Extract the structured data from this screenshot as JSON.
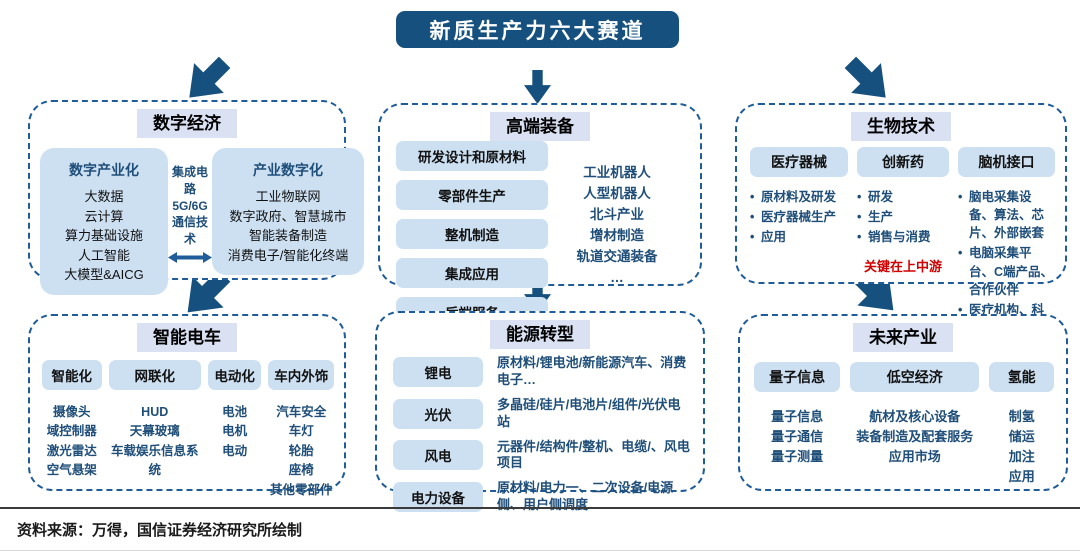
{
  "title": "新质生产力六大赛道",
  "colors": {
    "navy": "#15507F",
    "dash_border": "#1F5C99",
    "pill_bg": "#CDE0F2",
    "header_bg": "#D9E1F2",
    "blue_text": "#1F4E79",
    "red_text": "#D00000"
  },
  "sections": {
    "digital_economy": {
      "title": "数字经济",
      "left": {
        "title": "数字产业化",
        "items": [
          "大数据",
          "云计算",
          "算力基础设施",
          "人工智能",
          "大模型&AICG"
        ]
      },
      "connector": {
        "line1": "集成电路",
        "line2": "5G/6G通信技术"
      },
      "right": {
        "title": "产业数字化",
        "items": [
          "工业物联网",
          "数字政府、智慧城市",
          "智能装备制造",
          "消费电子/智能化终端"
        ]
      }
    },
    "high_end_equipment": {
      "title": "高端装备",
      "stages": [
        "研发设计和原材料",
        "零部件生产",
        "整机制造",
        "集成应用",
        "后端服务"
      ],
      "fields": [
        "工业机器人",
        "人型机器人",
        "北斗产业",
        "增材制造",
        "轨道交通装备",
        "…"
      ]
    },
    "biotech": {
      "title": "生物技术",
      "columns": [
        {
          "header": "医疗器械",
          "bullets": [
            "原材料及研发",
            "医疗器械生产",
            "应用"
          ]
        },
        {
          "header": "创新药",
          "bullets": [
            "研发",
            "生产",
            "销售与消费"
          ],
          "note": "关键在上中游"
        },
        {
          "header": "脑机接口",
          "bullets": [
            "脑电采集设备、算法、芯片、外部嵌套",
            "电脑采集平台、C端产品、合作伙伴",
            "医疗机构、科研机构…"
          ]
        }
      ]
    },
    "smart_ev": {
      "title": "智能电车",
      "columns": [
        {
          "header": "智能化",
          "items": [
            "摄像头",
            "域控制器",
            "激光雷达",
            "空气悬架"
          ]
        },
        {
          "header": "网联化",
          "items": [
            "HUD",
            "天幕玻璃",
            "车载娱乐信息系统"
          ]
        },
        {
          "header": "电动化",
          "items": [
            "电池",
            "电机",
            "电动"
          ]
        },
        {
          "header": "车内外饰",
          "items": [
            "汽车安全",
            "车灯",
            "轮胎",
            "座椅",
            "其他零部件"
          ]
        }
      ]
    },
    "energy_transition": {
      "title": "能源转型",
      "rows": [
        {
          "label": "锂电",
          "chain": "原材料/锂电池/新能源汽车、消费电子…"
        },
        {
          "label": "光伏",
          "chain": "多晶硅/硅片/电池片/组件/光伏电站"
        },
        {
          "label": "风电",
          "chain": "元器件/结构件/整机、电缆/、风电项目"
        },
        {
          "label": "电力设备",
          "chain": "原材料/电力一、二次设备/电源侧、用户侧调度"
        }
      ]
    },
    "future_industries": {
      "title": "未来产业",
      "columns": [
        {
          "header": "量子信息",
          "items": [
            "量子信息",
            "量子通信",
            "量子测量"
          ]
        },
        {
          "header": "低空经济",
          "items": [
            "航材及核心设备",
            "装备制造及配套服务",
            "应用市场"
          ]
        },
        {
          "header": "氢能",
          "items": [
            "制氢",
            "储运",
            "加注",
            "应用"
          ]
        }
      ]
    }
  },
  "footer": {
    "source": "资料来源：万得，国信证券经济研究所绘制"
  }
}
